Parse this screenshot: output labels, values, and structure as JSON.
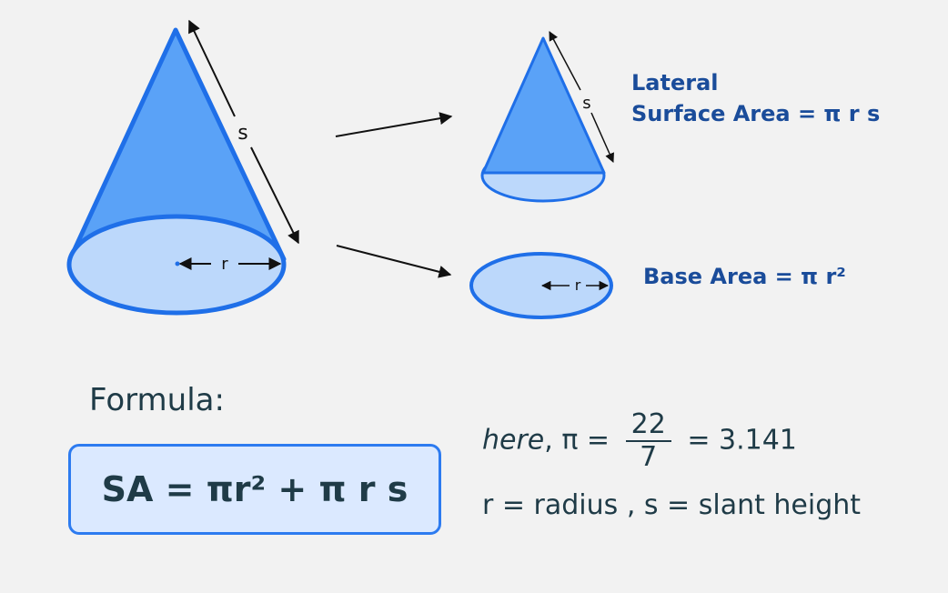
{
  "colors": {
    "cone_fill": "#5aa2f7",
    "cone_stroke": "#1f6fe8",
    "base_fill": "#bcd8fb",
    "box_fill": "#dbe9ff",
    "label_blue": "#1a4c9a",
    "text_dark": "#1f3b47"
  },
  "big_cone": {
    "slant_label": "s",
    "radius_label": "r"
  },
  "small_cone": {
    "slant_label": "s"
  },
  "disc": {
    "radius_label": "r"
  },
  "lateral": {
    "line1": "Lateral",
    "line2": "Surface Area =  π r s"
  },
  "base_area": {
    "text": "Base Area =  π r²"
  },
  "formula": {
    "heading": "Formula:",
    "expression": "SA = πr² + π r s"
  },
  "pi_def": {
    "prefix": "here",
    "middle": ", π = ",
    "numerator": "22",
    "denominator": "7",
    "suffix": " = 3.141"
  },
  "vars_def": {
    "text": "r = radius , s = slant height"
  }
}
